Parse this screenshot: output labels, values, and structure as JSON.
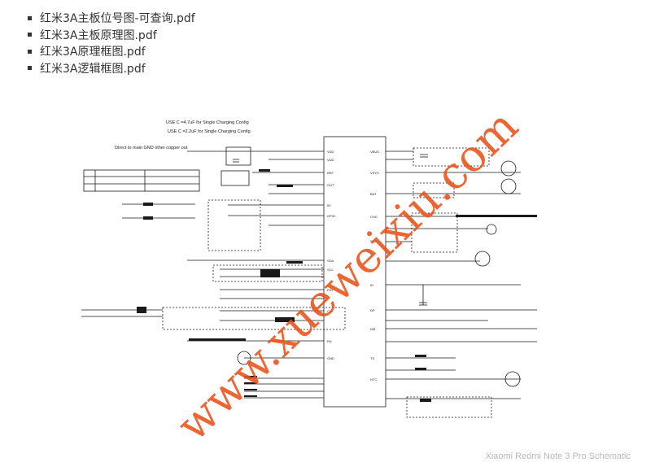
{
  "files": [
    {
      "label": "红米3A主板位号图-可查询.pdf"
    },
    {
      "label": "红米3A主板原理图.pdf"
    },
    {
      "label": "红米3A原理框图.pdf"
    },
    {
      "label": "红米3A逻辑框图.pdf"
    }
  ],
  "schematic": {
    "note_1": "USE C =4.7uF for Single Charging Config",
    "note_2": "USE C =2.2uF for Single Charging Config",
    "note_3": "Direct to main GND other copper out"
  },
  "watermark": "www.xueweixiu.com",
  "caption": "Xiaomi Redmi Note 3 Pro Schematic",
  "colors": {
    "text": "#333333",
    "watermark": "#e8531a",
    "caption": "#b8b8b8"
  }
}
